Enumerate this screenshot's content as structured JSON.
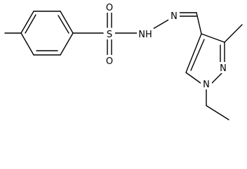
{
  "atoms": {
    "sulfur": "S",
    "oxygen_top": "O",
    "oxygen_bottom": "O",
    "hydrazide_nh": "NH",
    "hydrazone_n": "N",
    "pyrazole_n1": "N",
    "pyrazole_n2": "N"
  },
  "colors": {
    "bond": "#000000",
    "label": "#000000",
    "background": "#ffffff"
  }
}
